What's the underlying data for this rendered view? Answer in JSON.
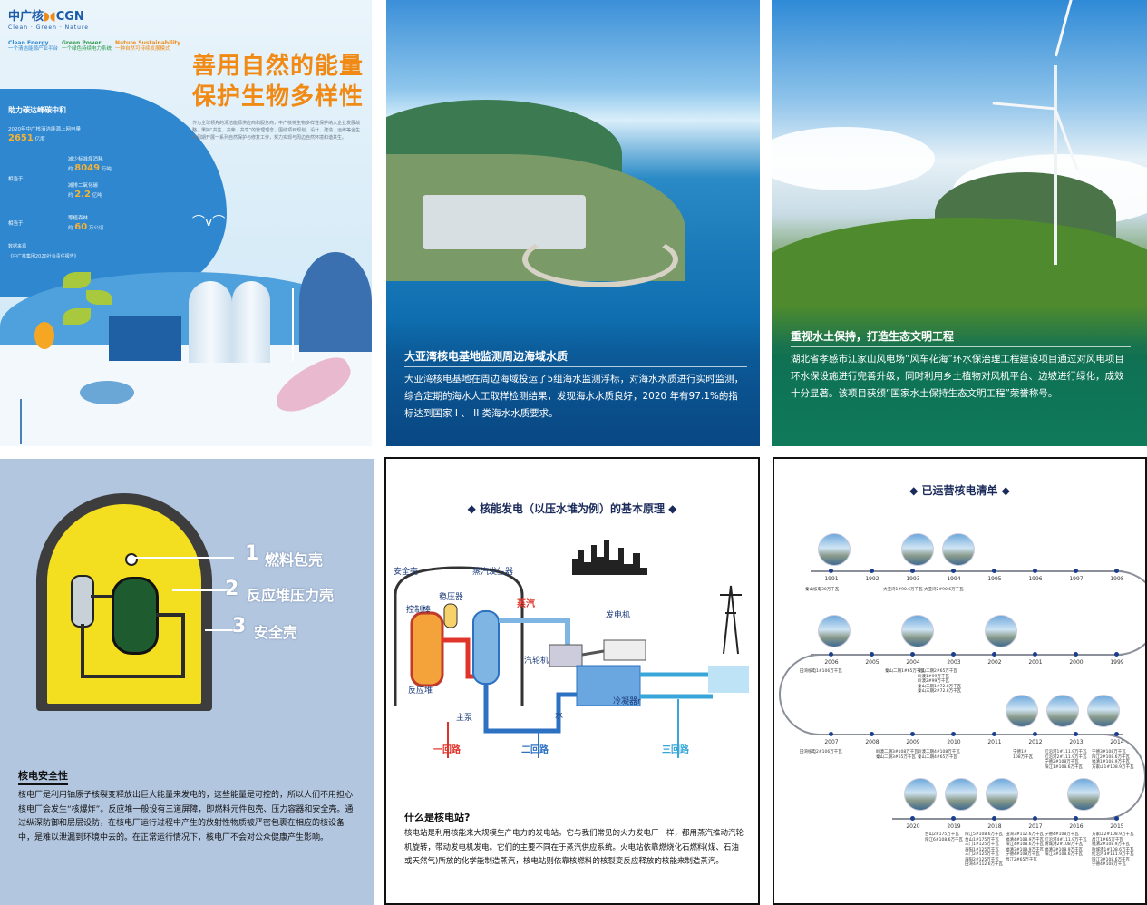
{
  "panel1": {
    "brand_cn": "中广核",
    "brand_en": "CGN",
    "brand_sub": "Clean · Green · Nature",
    "triad": [
      {
        "en": "Clean Energy",
        "cn": "一个清洁能源产业平台",
        "color": "#2e87cf"
      },
      {
        "en": "Green Power",
        "cn": "一个绿色持续电力系统",
        "color": "#2e9a48"
      },
      {
        "en": "Nature Sustainability",
        "cn": "一种自然可持续发展模式",
        "color": "#f08a14"
      }
    ],
    "title_line1": "善用自然的能量",
    "title_line2": "保护生物多样性",
    "stats_heading": "助力碳达峰碳中和",
    "stats_intro": "2020年中广核清洁能源上网电量",
    "stats_intro_value": "2651",
    "stats_intro_unit": "亿度",
    "equiv_label": "相当于",
    "stat_rows": [
      {
        "label": "减少标准煤消耗",
        "value": "8049",
        "unit": "万吨"
      },
      {
        "label": "减排二氧化碳",
        "value": "2.2",
        "unit": "亿吨"
      },
      {
        "label": "等植森林",
        "value": "60",
        "unit": "万公顷"
      }
    ],
    "source_label": "数据来源",
    "source_value": "《中广核集团2020社会责任报告》"
  },
  "panel2": {
    "caption_title": "大亚湾核电基地监测周边海域水质",
    "caption_body": "大亚湾核电基地在周边海域投运了5组海水监测浮标，对海水水质进行实时监测，综合定期的海水人工取样检测结果，发现海水水质良好，2020 年有97.1%的指标达到国家 I 、 II 类海水水质要求。"
  },
  "panel3": {
    "caption_title": "重视水土保持，打造生态文明工程",
    "caption_body": "湖北省孝感市江家山风电场“风车花海”环水保治理工程建设项目通过对风电项目环水保设施进行完善升级，同时利用乡土植物对风机平台、边坡进行绿化，成效十分显著。该项目获颁“国家水土保持生态文明工程”荣誉称号。"
  },
  "panel4": {
    "barriers": [
      {
        "num": "1",
        "label": "燃料包壳"
      },
      {
        "num": "2",
        "label": "反应堆压力壳"
      },
      {
        "num": "3",
        "label": "安全壳"
      }
    ],
    "heading": "核电安全性",
    "body": "核电厂是利用铀原子核裂变释放出巨大能量来发电的，这些能量是可控的，所以人们不用担心核电厂会发生“核爆炸”。反应堆一般设有三道屏障，即燃料元件包壳、压力容器和安全壳。通过纵深防御和层层设防，在核电厂运行过程中产生的放射性物质被严密包裹在相应的核设备中，是难以泄漏到环境中去的。在正常运行情况下，核电厂不会对公众健康产生影响。"
  },
  "panel5": {
    "title": "核能发电（以压水堆为例）的基本原理",
    "labels": {
      "containment": "安全壳",
      "steam_generator": "蒸汽发生器",
      "control_rod": "控制棒",
      "pressurizer": "稳压器",
      "steam": "蒸汽",
      "generator": "发电机",
      "turbine": "汽轮机",
      "reactor": "反应堆",
      "main_pump": "主泵",
      "water": "水",
      "condenser": "冷凝器r",
      "loop1": "一回路",
      "loop2": "二回路",
      "loop3": "三回路"
    },
    "question": "什么是核电站?",
    "body": "核电站是利用核能来大规模生产电力的发电站。它与我们常见的火力发电厂一样，都用蒸汽推动汽轮机旋转，带动发电机发电。它们的主要不同在于蒸汽供应系统。火电站依靠燃烧化石燃料(煤、石油或天然气)所放的化学能制造蒸汽，核电站则依靠核燃料的核裂变反应释放的核能来制造蒸汽。"
  },
  "panel6": {
    "title": "已运营核电清单",
    "row1_years": [
      "1991",
      "1992",
      "1993",
      "1994",
      "1995",
      "1996",
      "1997",
      "1998"
    ],
    "row2_years": [
      "2006",
      "2005",
      "2004",
      "2003",
      "2002",
      "2001",
      "2000",
      "1999"
    ],
    "row3_years": [
      "2007",
      "2008",
      "2009",
      "2010",
      "2011",
      "2012",
      "2013",
      "2014"
    ],
    "row4_years": [
      "2020",
      "2019",
      "2018",
      "2017",
      "2016",
      "2015"
    ],
    "notes_r1": [
      "秦山核电30万千瓦",
      "大亚湾1#90.6万千瓦",
      "大亚湾2#90.6万千瓦"
    ],
    "notes_r2": [
      "田湾核电1#106万千瓦",
      "秦山二期1#65万千瓦",
      "秦山二期2#65万千瓦\n岭澳1#99万千瓦\n岭澳2#99万千瓦\n秦山三期1#72.8万千瓦\n秦山三期2#72.8万千瓦"
    ],
    "notes_r3": [
      "田湾核电2#106万千瓦",
      "岭澳二期3#108万千瓦\n秦山二期3#65万千瓦",
      "岭澳二期4#108万千瓦\n秦山二期4#65万千瓦",
      "宁德1#\n108万千瓦",
      "红沿河1#111.9万千瓦\n红沿河2#111.9万千瓦\n宁德2#108万千瓦\n阳江1#108.6万千瓦",
      "宁德3#108万千瓦\n阳江2#108.6万千瓦\n福清1#108.9万千瓦\n方家山1#108.9万千瓦"
    ],
    "notes_r4": [
      "台山2#175万千瓦\n阳江6#108.6万千瓦",
      "阳江5#108.6万千瓦\n台山1#175万千瓦\n三门1#125万千瓦\n海阳1#125万千瓦\n三门2#125万千瓦\n海阳2#125万千瓦\n田湾4#112.6万千瓦",
      "田湾3#112.6万千瓦\n福清4#108.9万千瓦\n阳江4#108.6万千瓦\n福清3#108.9万千瓦\n宁德4#108万千瓦\n昌江2#65万千瓦",
      "宁德4#108万千瓦\n红沿河4#111.9万千瓦\n防城港2#108万千瓦\n福清3#108.9万千瓦\n阳江3#108.6万千瓦",
      "方家山2#108.9万千瓦\n昌江1#65万千瓦\n福清2#108.9万千瓦\n防城港1#108.6万千瓦\n红沿河3#111.9万千瓦\n阳江3#108.6万千瓦\n宁德4#108万千瓦"
    ]
  }
}
